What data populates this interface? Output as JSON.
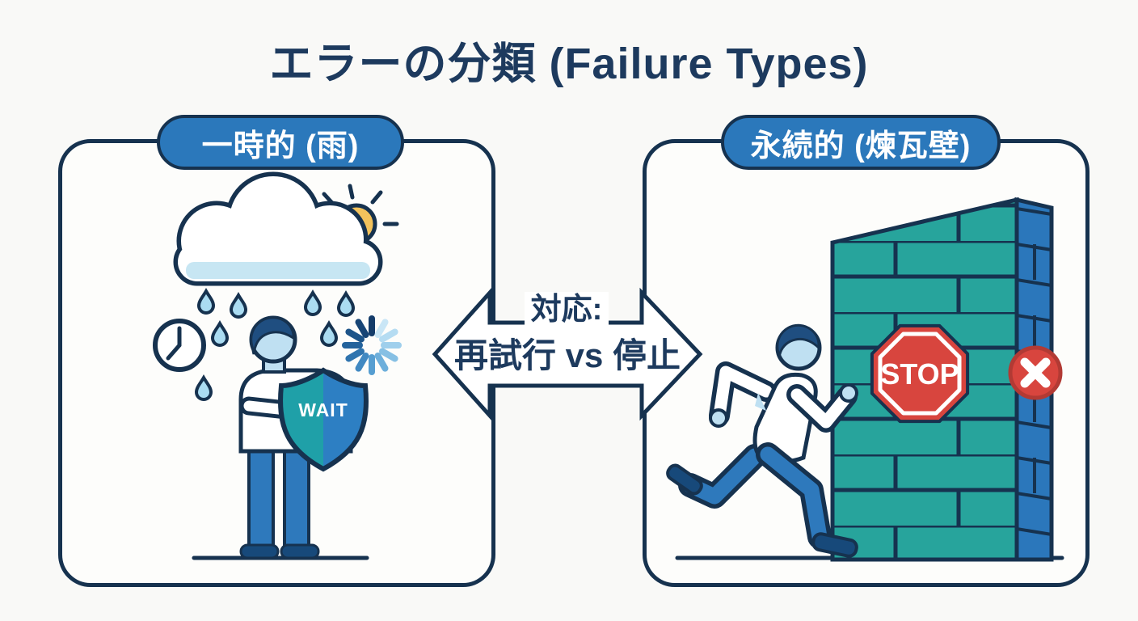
{
  "title": "エラーの分類 (Failure Types)",
  "panels": {
    "left": {
      "header": "一時的 (雨)",
      "shield_label": "WAIT",
      "icons": [
        "rain-cloud",
        "sun",
        "raindrops",
        "clock",
        "loading-spinner",
        "person-with-shield"
      ]
    },
    "right": {
      "header": "永続的 (煉瓦壁)",
      "stop_label": "STOP",
      "icons": [
        "brick-wall",
        "stop-sign",
        "error-x",
        "running-person"
      ]
    }
  },
  "center_arrow": {
    "line1": "対応:",
    "line2": "再試行 vs 停止"
  },
  "colors": {
    "page_bg": "#f9f9f7",
    "panel_bg": "#fdfdfb",
    "navy": "#16324f",
    "ink": "#1d3a5e",
    "blue": "#2b78bb",
    "teal": "#27a49c",
    "wall_side_blue": "#2b77bb",
    "red": "#d8453e",
    "red_dark": "#b23a34",
    "light_blue": "#aadcf2",
    "pale_blue": "#c7e6f3",
    "skin": "#bfe0f2",
    "yellow": "#f2c25c",
    "shoe": "#17497a",
    "hair": "#1f4e80",
    "pants": "#2e79bc",
    "shield_teal": "#1fa0a8",
    "shield_blue": "#2d7fc3"
  }
}
